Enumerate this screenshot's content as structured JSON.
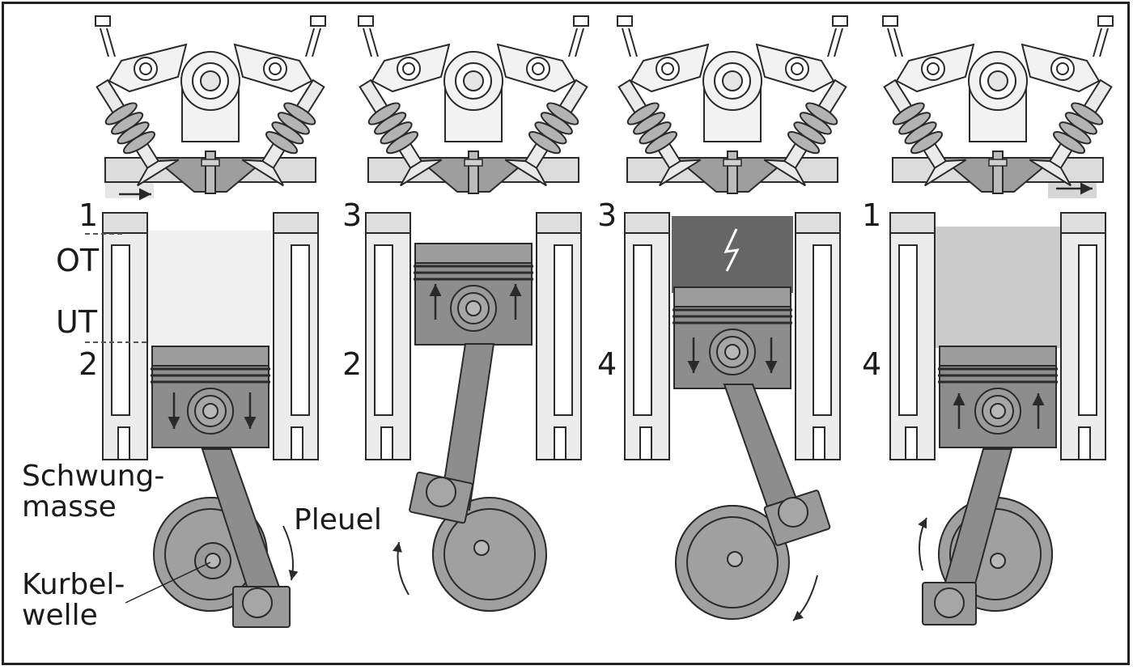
{
  "labels": {
    "step1_left": "1",
    "ot": "OT",
    "ut": "UT",
    "step2_left": "2",
    "step3_a": "3",
    "step2_b": "2",
    "step3_b": "3",
    "step4_b": "4",
    "step1_right": "1",
    "step4_right": "4",
    "schwungmasse_1": "Schwung-",
    "schwungmasse_2": "masse",
    "pleuel": "Pleuel",
    "kurbelwelle_1": "Kurbel-",
    "kurbelwelle_2": "welle"
  },
  "icons": [
    "spark-icon",
    "flow-arrow-icon",
    "rotation-arrow-icon",
    "motion-arrow-icon"
  ],
  "colors": {
    "metal": "#a7a7a7",
    "metal_light": "#e9e9e9",
    "piston": "#8a8a8a",
    "combustion": "#666666",
    "line": "#2a2a2a"
  }
}
